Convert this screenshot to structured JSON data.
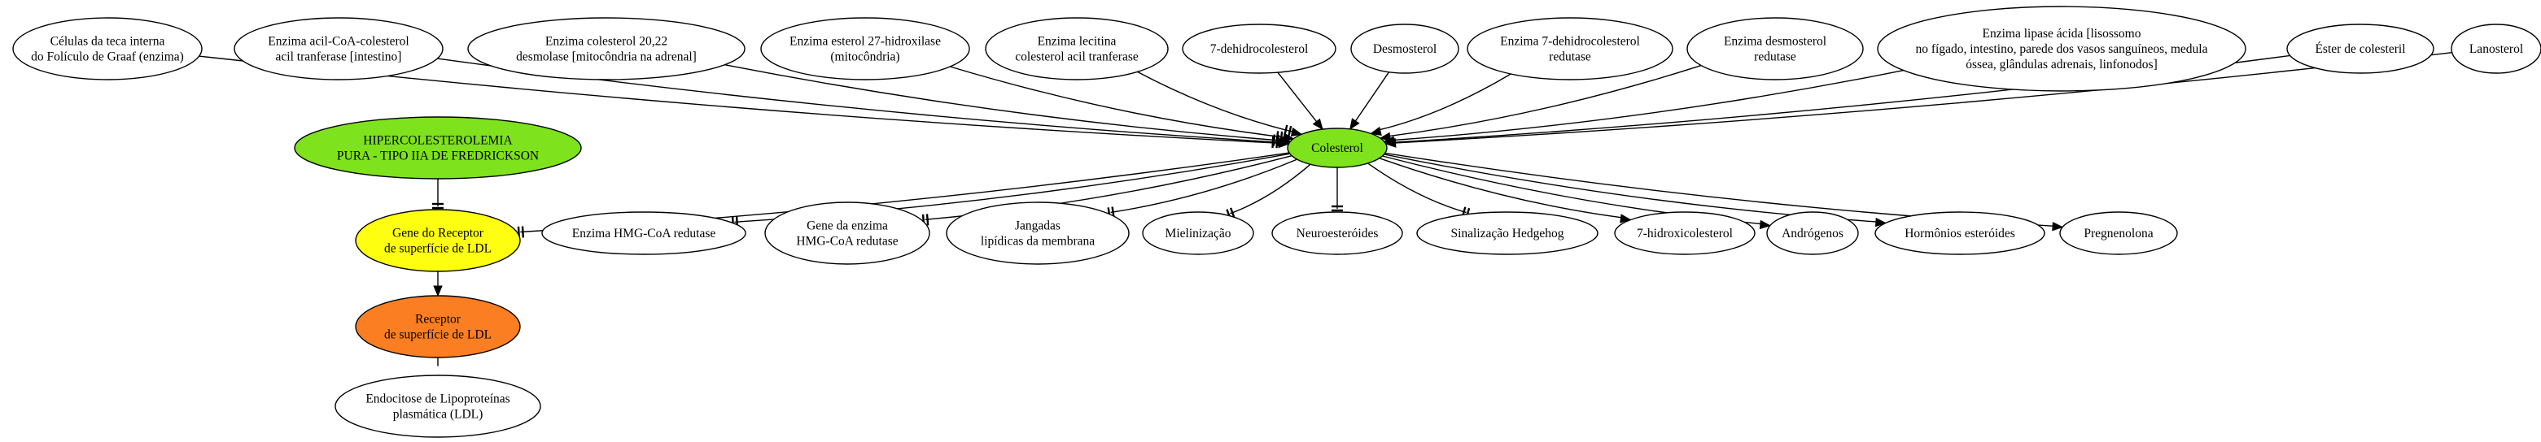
{
  "colors": {
    "default_fill": "#ffffff",
    "stroke": "#000000",
    "green": "#7ee21c",
    "yellow": "#fefe11",
    "orange": "#fb7f22"
  },
  "nodes": [
    {
      "id": "celulas-teca",
      "lines": [
        "Células da teca interna",
        "do Folículo de Graaf (enzima)"
      ],
      "fill": "default_fill"
    },
    {
      "id": "acil-coa",
      "lines": [
        "Enzima acil-CoA-colesterol",
        "acil tranferase [intestino]"
      ],
      "fill": "default_fill"
    },
    {
      "id": "colesterol-2022",
      "lines": [
        "Enzima colesterol 20,22",
        "desmolase [mitocôndria na adrenal]"
      ],
      "fill": "default_fill"
    },
    {
      "id": "esterol-27",
      "lines": [
        "Enzima esterol 27-hidroxilase",
        "(mitocôndria)"
      ],
      "fill": "default_fill"
    },
    {
      "id": "lecitina",
      "lines": [
        "Enzima lecitina",
        "colesterol acil tranferase"
      ],
      "fill": "default_fill"
    },
    {
      "id": "7-dehidro",
      "lines": [
        "7-dehidrocolesterol"
      ],
      "fill": "default_fill"
    },
    {
      "id": "desmosterol",
      "lines": [
        "Desmosterol"
      ],
      "fill": "default_fill"
    },
    {
      "id": "7-dehidro-redutase",
      "lines": [
        "Enzima 7-dehidrocolesterol",
        "redutase"
      ],
      "fill": "default_fill"
    },
    {
      "id": "desmosterol-redutase",
      "lines": [
        "Enzima desmosterol",
        "redutase"
      ],
      "fill": "default_fill"
    },
    {
      "id": "lipase-acida",
      "lines": [
        "Enzima lipase ácida [lisossomo",
        "no fígado, intestino, parede dos vasos sanguíneos, medula",
        "óssea, glândulas adrenais, linfonodos]"
      ],
      "fill": "default_fill"
    },
    {
      "id": "ester-colesteril",
      "lines": [
        "Éster de colesteril"
      ],
      "fill": "default_fill"
    },
    {
      "id": "lanosterol",
      "lines": [
        "Lanosterol"
      ],
      "fill": "default_fill"
    },
    {
      "id": "hipercolesterolemia",
      "lines": [
        "HIPERCOLESTEROLEMIA",
        "PURA - TIPO IIA DE FREDRICKSON"
      ],
      "fill": "green"
    },
    {
      "id": "colesterol",
      "lines": [
        "Colesterol"
      ],
      "fill": "green"
    },
    {
      "id": "gene-receptor",
      "lines": [
        "Gene do Receptor",
        "de superfície de LDL"
      ],
      "fill": "yellow"
    },
    {
      "id": "hmg-coa",
      "lines": [
        "Enzima HMG-CoA redutase"
      ],
      "fill": "default_fill"
    },
    {
      "id": "gene-hmg",
      "lines": [
        "Gene da enzima",
        "HMG-CoA redutase"
      ],
      "fill": "default_fill"
    },
    {
      "id": "jangadas",
      "lines": [
        "Jangadas",
        "lipídicas da membrana"
      ],
      "fill": "default_fill"
    },
    {
      "id": "mielinizacao",
      "lines": [
        "Mielinização"
      ],
      "fill": "default_fill"
    },
    {
      "id": "neuroesteroides",
      "lines": [
        "Neuroesteróides"
      ],
      "fill": "default_fill"
    },
    {
      "id": "hedgehog",
      "lines": [
        "Sinalização Hedgehog"
      ],
      "fill": "default_fill"
    },
    {
      "id": "7-hidroxi",
      "lines": [
        "7-hidroxicolesterol"
      ],
      "fill": "default_fill"
    },
    {
      "id": "androgenos",
      "lines": [
        "Andrógenos"
      ],
      "fill": "default_fill"
    },
    {
      "id": "hormonios",
      "lines": [
        "Hormônios esteróides"
      ],
      "fill": "default_fill"
    },
    {
      "id": "pregnenolona",
      "lines": [
        "Pregnenolona"
      ],
      "fill": "default_fill"
    },
    {
      "id": "receptor-ldl",
      "lines": [
        "Receptor",
        "de superfície de LDL"
      ],
      "fill": "orange"
    },
    {
      "id": "endocitose",
      "lines": [
        "Endocitose de Lipoproteínas",
        "plasmática (LDL)"
      ],
      "fill": "default_fill"
    }
  ],
  "edges": [
    {
      "from": "celulas-teca",
      "to": "colesterol",
      "head": "normal"
    },
    {
      "from": "acil-coa",
      "to": "colesterol",
      "head": "tee-normal"
    },
    {
      "from": "colesterol-2022",
      "to": "colesterol",
      "head": "tee-normal"
    },
    {
      "from": "esterol-27",
      "to": "colesterol",
      "head": "tee-normal"
    },
    {
      "from": "lecitina",
      "to": "colesterol",
      "head": "tee-normal"
    },
    {
      "from": "7-dehidro",
      "to": "colesterol",
      "head": "normal"
    },
    {
      "from": "desmosterol",
      "to": "colesterol",
      "head": "normal"
    },
    {
      "from": "7-dehidro-redutase",
      "to": "colesterol",
      "head": "normal"
    },
    {
      "from": "desmosterol-redutase",
      "to": "colesterol",
      "head": "normal"
    },
    {
      "from": "lipase-acida",
      "to": "colesterol",
      "head": "normal"
    },
    {
      "from": "ester-colesteril",
      "to": "colesterol",
      "head": "normal"
    },
    {
      "from": "lanosterol",
      "to": "colesterol",
      "head": "normal"
    },
    {
      "from": "hipercolesterolemia",
      "to": "gene-receptor",
      "head": "tee"
    },
    {
      "from": "colesterol",
      "to": "gene-receptor",
      "head": "tee"
    },
    {
      "from": "colesterol",
      "to": "hmg-coa",
      "head": "tee"
    },
    {
      "from": "colesterol",
      "to": "gene-hmg",
      "head": "tee"
    },
    {
      "from": "colesterol",
      "to": "jangadas",
      "head": "tee"
    },
    {
      "from": "colesterol",
      "to": "mielinizacao",
      "head": "tee"
    },
    {
      "from": "colesterol",
      "to": "neuroesteroides",
      "head": "tee"
    },
    {
      "from": "colesterol",
      "to": "hedgehog",
      "head": "tee"
    },
    {
      "from": "colesterol",
      "to": "7-hidroxi",
      "head": "normal"
    },
    {
      "from": "colesterol",
      "to": "androgenos",
      "head": "normal"
    },
    {
      "from": "colesterol",
      "to": "hormonios",
      "head": "normal"
    },
    {
      "from": "colesterol",
      "to": "pregnenolona",
      "head": "normal"
    },
    {
      "from": "gene-receptor",
      "to": "receptor-ldl",
      "head": "normal"
    },
    {
      "from": "receptor-ldl",
      "to": "endocitose",
      "head": "normal"
    }
  ]
}
